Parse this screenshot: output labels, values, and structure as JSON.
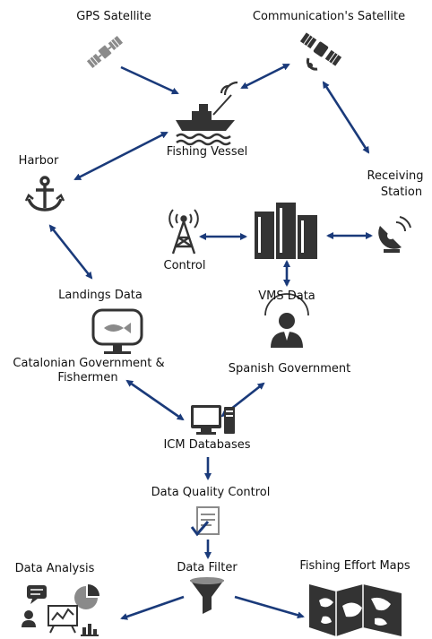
{
  "nodes": {
    "gps_satellite": {
      "label": "GPS Satellite"
    },
    "comm_satellite": {
      "label": "Communication's Satellite"
    },
    "fishing_vessel": {
      "label": "Fishing Vessel"
    },
    "harbor": {
      "label": "Harbor"
    },
    "receiving_station": {
      "label_line1": "Receiving",
      "label_line2": "Station"
    },
    "control": {
      "label": "Control"
    },
    "vms_data": {
      "label": "VMS Data"
    },
    "landings_data": {
      "label": "Landings Data"
    },
    "catalonian_government": {
      "label_line1": "Catalonian Government &",
      "label_line2": "Fishermen"
    },
    "spanish_government": {
      "label": "Spanish Government"
    },
    "icm_databases": {
      "label": "ICM Databases"
    },
    "data_quality_control": {
      "label": "Data Quality Control"
    },
    "data_filter": {
      "label": "Data Filter"
    },
    "data_analysis": {
      "label": "Data Analysis"
    },
    "fishing_effort_maps": {
      "label": "Fishing Effort Maps"
    }
  },
  "colors": {
    "arrow": "#1a3a7a",
    "icon": "#333333",
    "icon_light": "#8a8a8a"
  }
}
